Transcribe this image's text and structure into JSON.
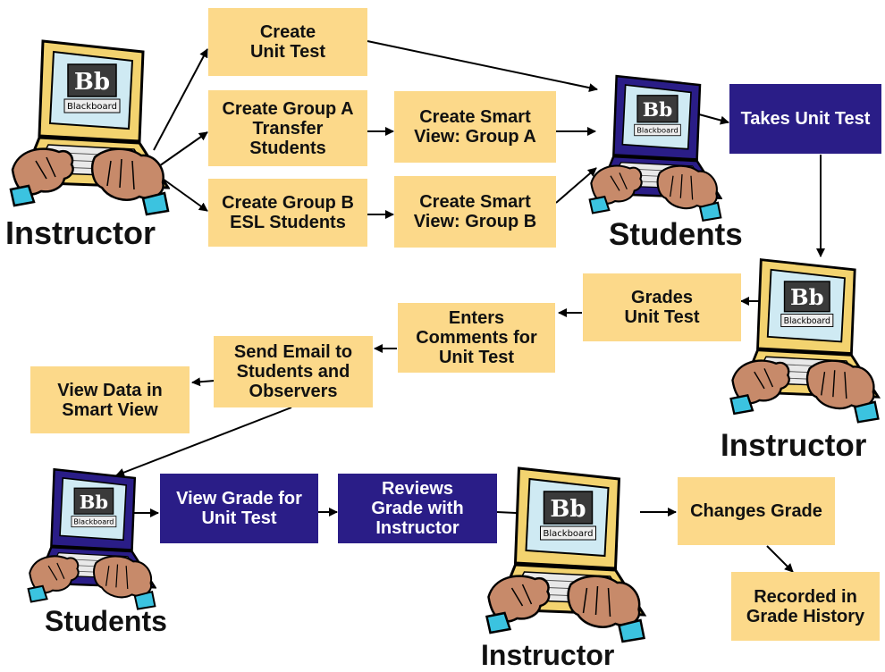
{
  "colors": {
    "step_box": "#fcd98a",
    "action_box": "#2a1d87",
    "laptop_tan": "#f3d36f",
    "laptop_navy": "#2a1d87",
    "arrow": "#000000"
  },
  "laptop_logo": {
    "mark": "Bb",
    "brand": "Blackboard"
  },
  "roles": {
    "instructor": "Instructor",
    "students": "Students"
  },
  "steps": {
    "create_unit_test": "Create\nUnit Test",
    "create_group_a": "Create Group A\nTransfer\nStudents",
    "create_group_b": "Create Group B\nESL Students",
    "smart_view_a": "Create Smart\nView: Group A",
    "smart_view_b": "Create Smart\nView: Group B",
    "takes_unit_test": "Takes Unit Test",
    "grades_unit_test": "Grades\nUnit Test",
    "enters_comments": "Enters\nComments for\nUnit Test",
    "send_email": "Send Email to\nStudents and\nObservers",
    "view_data": "View Data in\nSmart View",
    "view_grade": "View Grade for\nUnit Test",
    "reviews_grade": "Reviews\nGrade with\nInstructor",
    "changes_grade": "Changes Grade",
    "recorded_history": "Recorded in\nGrade History"
  }
}
